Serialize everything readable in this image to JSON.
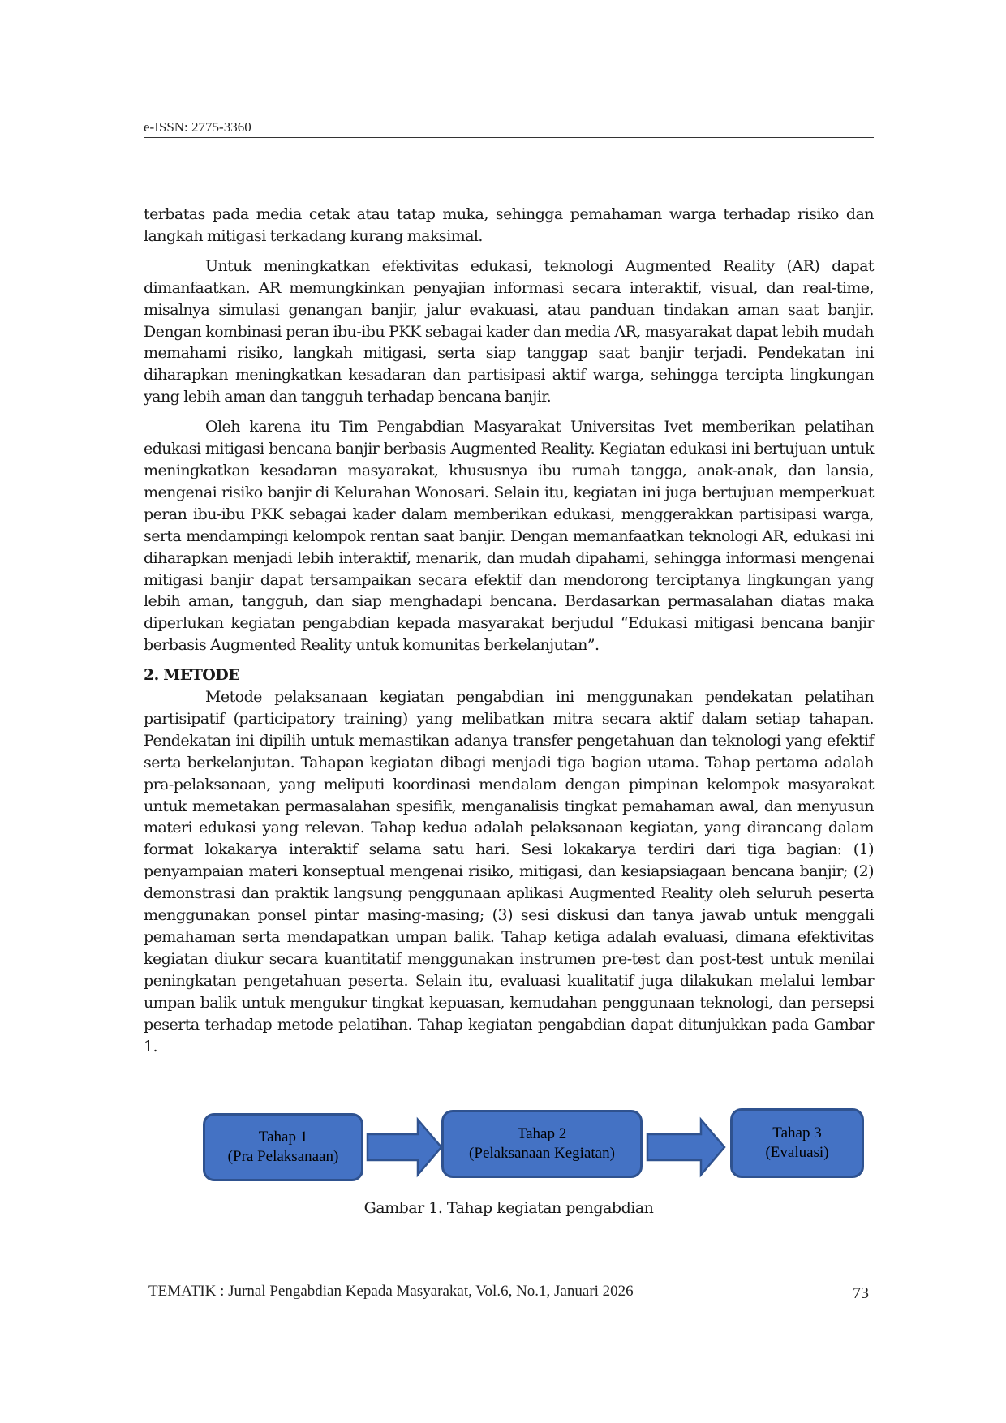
{
  "header": {
    "issn": "e-ISSN: 2775-3360"
  },
  "body": {
    "p1": "terbatas pada media cetak atau tatap muka, sehingga pemahaman warga terhadap risiko dan langkah mitigasi terkadang kurang maksimal.",
    "p2": "Untuk meningkatkan efektivitas edukasi, teknologi Augmented Reality (AR) dapat dimanfaatkan. AR memungkinkan penyajian informasi secara interaktif, visual, dan real-time, misalnya simulasi genangan banjir, jalur evakuasi, atau panduan tindakan aman saat banjir. Dengan kombinasi peran ibu-ibu PKK sebagai kader dan media AR, masyarakat dapat lebih mudah memahami risiko, langkah mitigasi, serta siap tanggap saat banjir terjadi. Pendekatan ini diharapkan meningkatkan kesadaran dan partisipasi aktif warga, sehingga tercipta lingkungan yang lebih aman dan tangguh terhadap bencana banjir.",
    "p3": "Oleh karena itu Tim Pengabdian Masyarakat Universitas Ivet memberikan pelatihan edukasi mitigasi bencana banjir berbasis Augmented Reality.  Kegiatan edukasi ini bertujuan untuk meningkatkan kesadaran masyarakat, khususnya ibu rumah tangga, anak-anak, dan lansia, mengenai risiko banjir di Kelurahan Wonosari. Selain itu, kegiatan ini juga bertujuan memperkuat peran ibu-ibu PKK sebagai kader dalam memberikan edukasi, menggerakkan partisipasi warga, serta mendampingi kelompok rentan saat banjir. Dengan memanfaatkan teknologi AR, edukasi ini diharapkan menjadi lebih interaktif, menarik, dan mudah dipahami, sehingga informasi mengenai mitigasi banjir dapat tersampaikan secara efektif dan mendorong terciptanya lingkungan yang lebih aman, tangguh, dan siap menghadapi bencana. Berdasarkan permasalahan diatas maka diperlukan kegiatan pengabdian kepada masyarakat berjudul “Edukasi mitigasi bencana banjir berbasis Augmented Reality untuk komunitas berkelanjutan”.",
    "section_heading": "2. METODE",
    "p4": "Metode pelaksanaan kegiatan pengabdian ini menggunakan pendekatan pelatihan partisipatif (participatory training) yang melibatkan mitra secara aktif dalam setiap tahapan. Pendekatan ini dipilih untuk memastikan adanya transfer pengetahuan dan teknologi yang efektif serta berkelanjutan. Tahapan kegiatan dibagi menjadi tiga bagian utama. Tahap pertama adalah pra-pelaksanaan, yang meliputi koordinasi mendalam dengan pimpinan kelompok masyarakat untuk memetakan permasalahan spesifik, menganalisis tingkat pemahaman awal, dan menyusun materi edukasi yang relevan. Tahap kedua adalah pelaksanaan kegiatan, yang dirancang dalam format lokakarya interaktif selama satu hari. Sesi lokakarya terdiri dari tiga bagian: (1) penyampaian materi konseptual mengenai risiko, mitigasi, dan kesiapsiagaan bencana banjir; (2) demonstrasi dan praktik langsung penggunaan aplikasi Augmented Reality oleh seluruh peserta menggunakan ponsel pintar masing-masing; (3) sesi diskusi dan tanya jawab untuk menggali pemahaman serta mendapatkan umpan balik. Tahap ketiga adalah evaluasi, dimana efektivitas kegiatan diukur secara kuantitatif menggunakan instrumen pre-test dan post-test untuk menilai peningkatan pengetahuan peserta. Selain itu, evaluasi kualitatif juga dilakukan melalui lembar umpan balik untuk mengukur tingkat kepuasan, kemudahan penggunaan teknologi, dan persepsi peserta terhadap metode pelatihan. Tahap kegiatan pengabdian dapat ditunjukkan pada Gambar 1."
  },
  "figure": {
    "stages": [
      {
        "title": "Tahap 1",
        "subtitle": "(Pra Pelaksanaan)"
      },
      {
        "title": "Tahap 2",
        "subtitle": "(Pelaksanaan Kegiatan)"
      },
      {
        "title": "Tahap 3",
        "subtitle": "(Evaluasi)"
      }
    ],
    "box_color": "#4472c4",
    "border_color": "#2f528f",
    "caption": "Gambar 1. Tahap kegiatan pengabdian"
  },
  "footer": {
    "journal": "TEMATIK : Jurnal Pengabdian Kepada Masyarakat, Vol.6, No.1, Januari 2026",
    "page_number": "73"
  }
}
